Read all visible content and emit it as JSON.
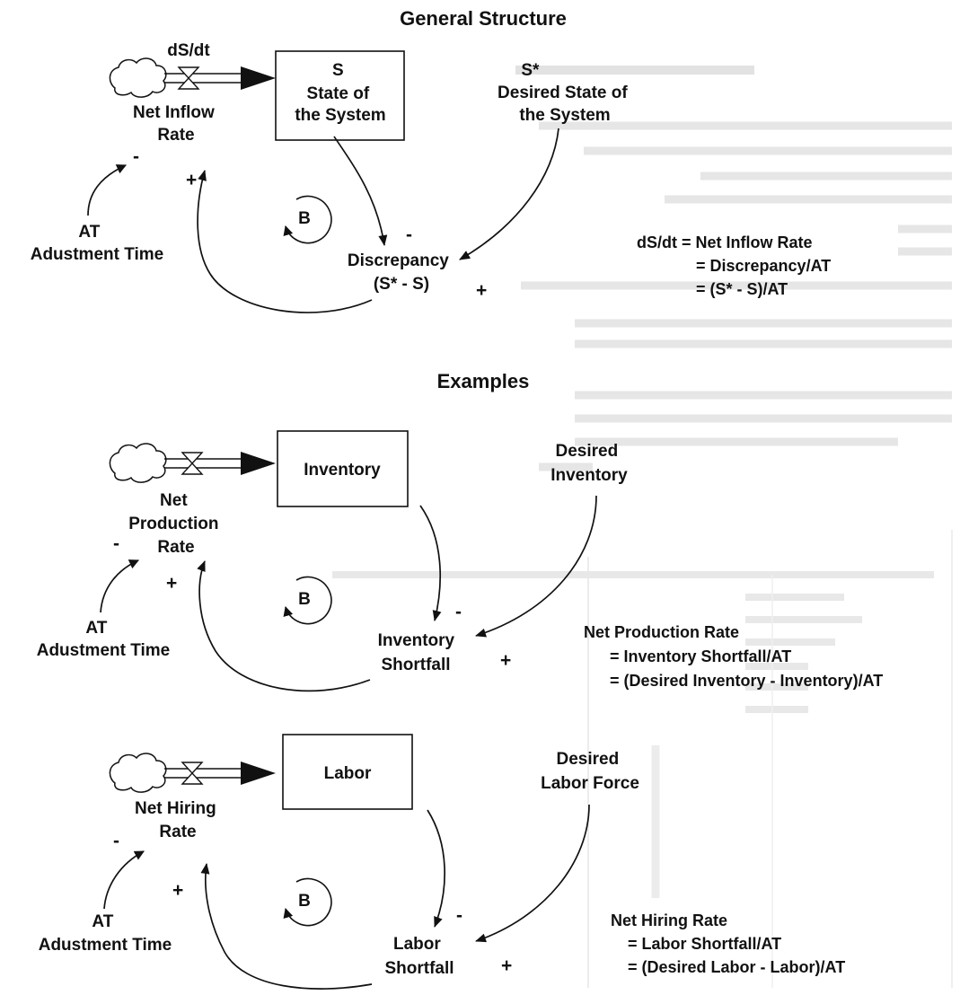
{
  "general": {
    "title": "General Structure",
    "rate_name": "dS/dt",
    "stock_lines": [
      "S",
      "State of",
      "the System"
    ],
    "desired_lines": [
      "S*",
      "Desired State of",
      "the System"
    ],
    "flow_lines": [
      "Net Inflow",
      "Rate"
    ],
    "at_lines": [
      "AT",
      "Adustment Time"
    ],
    "gap_lines": [
      "Discrepancy",
      "(S* - S)"
    ],
    "loop": "B",
    "eq_lines": [
      "dS/dt = Net Inflow Rate",
      "= Discrepancy/AT",
      "= (S* - S)/AT"
    ],
    "signs": {
      "at_flow": "-",
      "flow_gap": "+",
      "stock_gap": "-",
      "gap_flow": "+"
    }
  },
  "examples_title": "Examples",
  "inventory": {
    "stock": "Inventory",
    "desired_lines": [
      "Desired",
      "Inventory"
    ],
    "flow_lines": [
      "Net",
      "Production",
      "Rate"
    ],
    "at_lines": [
      "AT",
      "Adustment Time"
    ],
    "gap_lines": [
      "Inventory",
      "Shortfall"
    ],
    "loop": "B",
    "eq_lines": [
      "Net Production Rate",
      "= Inventory Shortfall/AT",
      "= (Desired Inventory - Inventory)/AT"
    ],
    "signs": {
      "at_flow": "-",
      "flow_gap": "+",
      "stock_gap": "-",
      "gap_flow": "+"
    }
  },
  "labor": {
    "stock": "Labor",
    "desired_lines": [
      "Desired",
      "Labor Force"
    ],
    "flow_lines": [
      "Net Hiring",
      "Rate"
    ],
    "at_lines": [
      "AT",
      "Adustment Time"
    ],
    "gap_lines": [
      "Labor",
      "Shortfall"
    ],
    "loop": "B",
    "eq_lines": [
      "Net Hiring Rate",
      "= Labor Shortfall/AT",
      "= (Desired Labor - Labor)/AT"
    ],
    "signs": {
      "at_flow": "-",
      "flow_gap": "+",
      "stock_gap": "-",
      "gap_flow": "+"
    }
  },
  "colors": {
    "ink": "#111111",
    "bleed": "#cfcfcf"
  }
}
